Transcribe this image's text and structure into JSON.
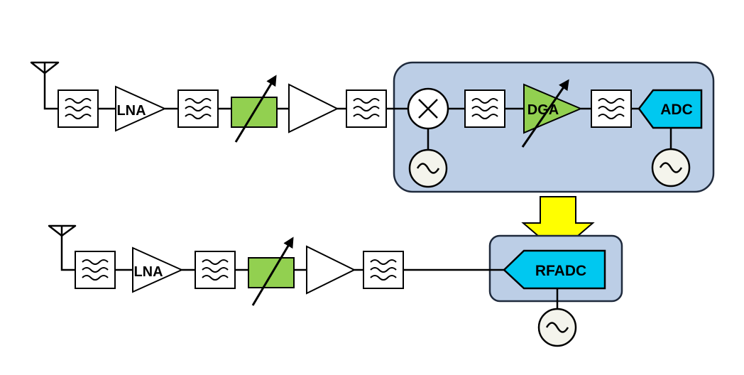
{
  "labels": {
    "lna_top": "LNA",
    "lna_bottom": "LNA",
    "dga": "DGA",
    "adc": "ADC",
    "rfadc": "RFADC"
  },
  "colors": {
    "panel_fill": "#bccee6",
    "panel_stroke": "#1f2a3c",
    "attenuator": "#92d050",
    "dga_fill": "#92d050",
    "adc_fill": "#00c8f0",
    "arrow_fill": "#ffff00",
    "oscillator_fill": "#f4f4ec"
  },
  "icons": {
    "antenna": "antenna-icon",
    "filter": "bandpass-filter-icon",
    "amplifier": "amplifier-triangle-icon",
    "mixer": "mixer-icon",
    "oscillator": "sine-oscillator-icon",
    "arrow": "down-arrow-icon"
  }
}
